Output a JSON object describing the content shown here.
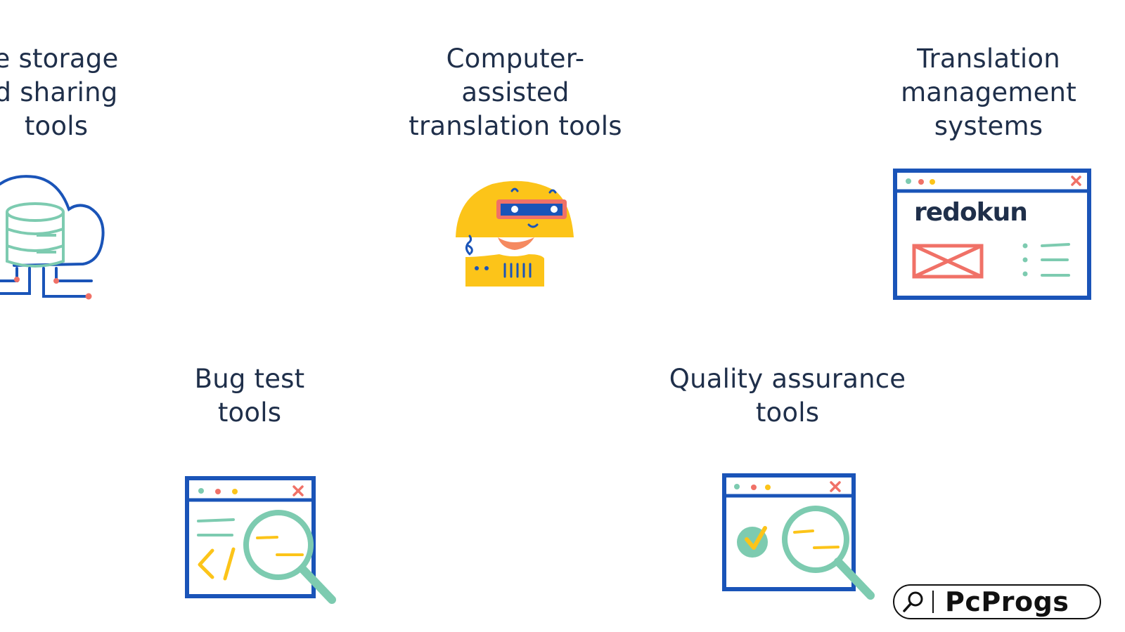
{
  "captions": {
    "storage": [
      "e storage",
      "d sharing",
      "tools"
    ],
    "cat": [
      "Computer-",
      "assisted",
      "translation tools"
    ],
    "tms": [
      "Translation",
      "management",
      "systems"
    ],
    "bug": [
      "Bug test",
      "tools"
    ],
    "qa": [
      "Quality assurance",
      "tools"
    ]
  },
  "tms_logo": "redokun",
  "watermark": {
    "text": "PcProgs",
    "icon": "search-icon"
  },
  "colors": {
    "text": "#1f2f4a",
    "blue": "#1a54b8",
    "teal": "#7dcbb0",
    "coral": "#f07167",
    "yellow": "#fcc419"
  }
}
